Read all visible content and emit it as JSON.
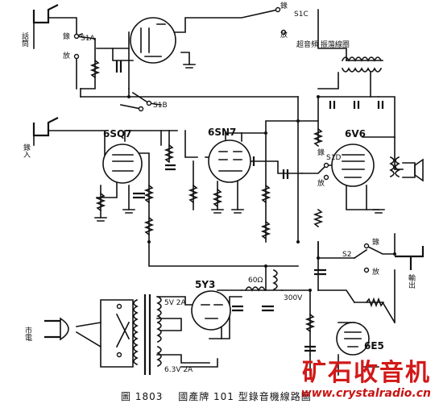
{
  "figure": {
    "number": "圖 1803",
    "title": "國產牌 101 型錄音機線路圖"
  },
  "tubes": {
    "v1": "6SQ7",
    "v2": "6SN7",
    "v3": "6V6",
    "rect": "5Y3",
    "eye": "6E5"
  },
  "jacks": {
    "mic": "話筒",
    "input": "錄入",
    "output": "輸出",
    "mains": "市電"
  },
  "switches": {
    "s1a": "S1A",
    "s1b": "S1B",
    "s1c": "S1C",
    "s1d": "S1D",
    "s2": "S2"
  },
  "switch_pos": {
    "record": "錄",
    "play": "放"
  },
  "head_label": "超音頻 振蕩線圈",
  "transformer": {
    "hv": "5V 2A",
    "fil": "6.3V 2A"
  },
  "filter_choke": "60Ω",
  "b_plus": "300V",
  "watermark": {
    "brand": "矿石收音机",
    "url": "www.crystalradio.cn"
  }
}
